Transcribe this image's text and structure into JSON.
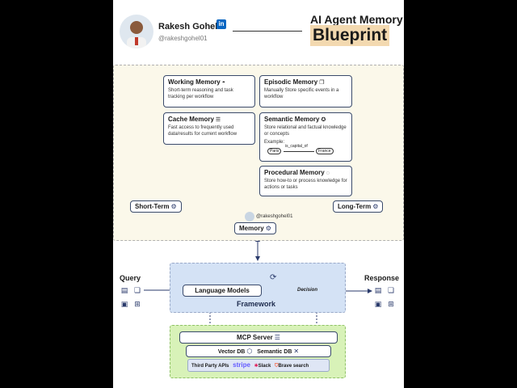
{
  "header": {
    "author_name": "Rakesh Gohel",
    "linkedin_badge": "in",
    "author_handle": "@rakeshgohel01",
    "title_line1": "AI Agent Memory",
    "title_line2": "Blueprint"
  },
  "memory": {
    "cards": {
      "working": {
        "title": "Working Memory",
        "desc": "Short-term reasoning and task tracking per workflow"
      },
      "cache": {
        "title": "Cache Memory",
        "desc": "Fast access to frequently used data/results for current workflow"
      },
      "episodic": {
        "title": "Episodic Memory",
        "desc": "Manually Store specific events in a workflow"
      },
      "semantic": {
        "title": "Semantic Memory",
        "desc": "Store relational and factual knowledge or concepts",
        "example_label": "Example:",
        "example_from": "Paris",
        "example_edge": "is_capital_of",
        "example_to": "France"
      },
      "procedural": {
        "title": "Procedural Memory",
        "desc": "Store how-to or process knowledge for actions or tasks"
      }
    },
    "short_term_label": "Short-Term",
    "long_term_label": "Long-Term",
    "memory_label": "Memory",
    "watermark_handle": "@rakeshgohel01"
  },
  "flow": {
    "query_label": "Query",
    "response_label": "Response",
    "language_models_label": "Language Models",
    "decision_label": "Decision",
    "framework_label": "Framework"
  },
  "tools": {
    "mcp_server_label": "MCP Server",
    "vector_db_label": "Vector DB",
    "semantic_db_label": "Semantic DB",
    "third_party_label": "Third Party APIs",
    "stripe_label": "stripe",
    "slack_label": "Slack",
    "brave_label": "Brave search"
  },
  "colors": {
    "memory_region": "#fbf8ea",
    "framework_region": "#d4e2f5",
    "tools_region": "#d8f2b8",
    "title_highlight": "#f3d9b0",
    "linkedin": "#0a66c2",
    "line": "#2a3a6b"
  }
}
